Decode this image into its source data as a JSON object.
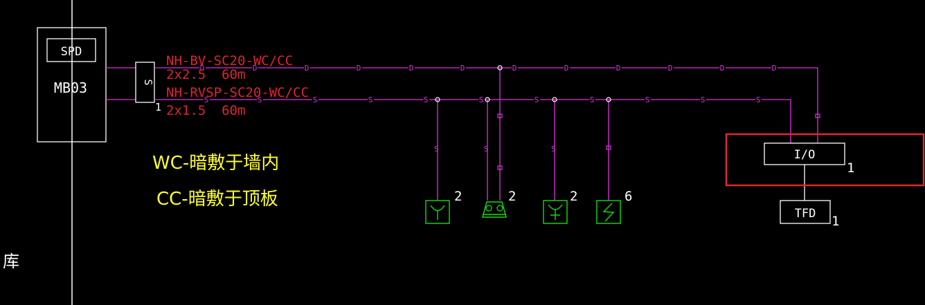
{
  "panel": {
    "spd_label": "SPD",
    "mb_label": "MB03"
  },
  "switch_label": "S",
  "switch_number": "1",
  "cable1": {
    "type": "NH-BV-SC20-WC/CC",
    "spec": "2x2.5  60m"
  },
  "cable2": {
    "type": "NH-RVSP-SC20-WC/CC",
    "spec": "2x1.5  60m"
  },
  "legend": {
    "wc": "WC-暗敷于墙内",
    "cc": "CC-暗敷于顶板"
  },
  "left_label": "库",
  "line_markers": {
    "top": "D",
    "bottom": "S"
  },
  "devices": [
    {
      "id": "device-1",
      "count": "2"
    },
    {
      "id": "device-2",
      "count": "2"
    },
    {
      "id": "device-3",
      "count": "2"
    },
    {
      "id": "device-4",
      "count": "6"
    }
  ],
  "io_module": {
    "label": "I/O",
    "count": "1"
  },
  "tfd_module": {
    "label": "TFD",
    "count": "1"
  },
  "colors": {
    "magenta": "#e030e0",
    "green": "#10e010",
    "red": "#e0242c",
    "yellow": "#ffff33",
    "highlight": "#e02828"
  }
}
